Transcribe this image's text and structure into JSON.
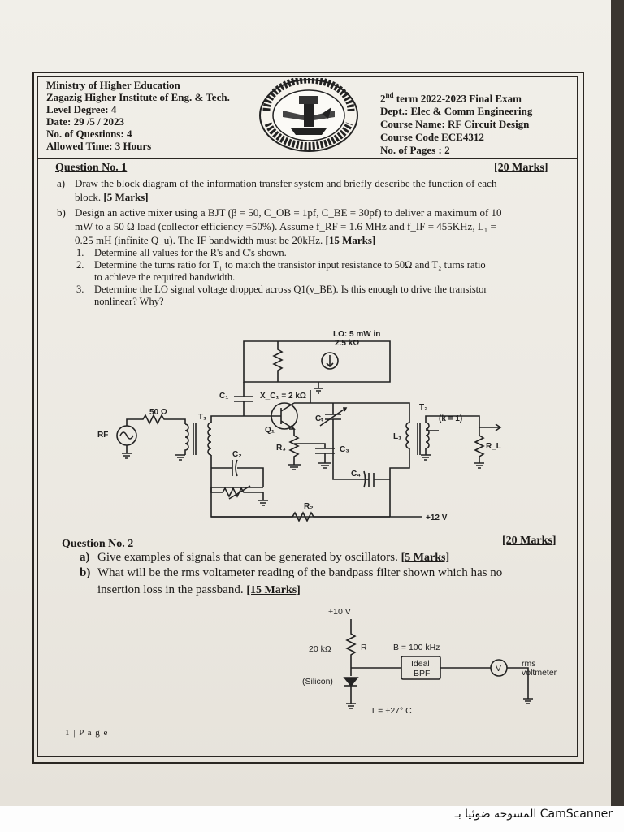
{
  "header": {
    "left": [
      "Ministry of Higher Education",
      "Zagazig Higher Institute of Eng. & Tech.",
      "Level Degree: 4",
      "Date: 29 /5 / 2023",
      "No. of Questions: 4",
      "Allowed Time: 3 Hours"
    ],
    "term_sup": "nd",
    "term_rest": " term 2022-2023 Final Exam",
    "term_num": "2",
    "right": [
      "Dept.: Elec & Comm Engineering",
      "Course Name: RF Circuit Design",
      "Course Code  ECE4312",
      "No. of Pages  : 2"
    ]
  },
  "q1": {
    "title": "Question No. 1",
    "marks": "[20 Marks]",
    "a_label": "a)",
    "a_line1": "Draw the block diagram of the information transfer system and briefly describe the function of each",
    "a_line2": "block.",
    "a_marks": "[5 Marks]",
    "b_label": "b)",
    "b_line1": "Design an active mixer using a BJT (β = 50, C_OB = 1pf, C_BE = 30pf) to deliver a maximum of 10",
    "b_line2": "mW to a 50 Ω load (collector efficiency =50%). Assume f_RF = 1.6 MHz and f_IF = 455KHz, L₁ =",
    "b_line3": "0.25 mH (infinite Q_u). The IF bandwidth must be 20kHz.",
    "b_marks": "[15 Marks]",
    "items": [
      {
        "num": "1.",
        "text": "Determine all values for the R's and C's shown."
      },
      {
        "num": "2.",
        "text": "Determine the turns ratio for T₁ to match the transistor input resistance to 50Ω and T₂ turns ratio"
      },
      {
        "num": "",
        "text": "to achieve the required bandwidth."
      },
      {
        "num": "3.",
        "text": "Determine the LO signal voltage dropped across Q1(v_BE). Is this enough to drive the transistor"
      },
      {
        "num": "",
        "text": "nonlinear? Why?"
      }
    ],
    "circuit": {
      "lo_label": "LO: 5 mW in",
      "lo_imp": "2.5 kΩ",
      "c1": "C₁",
      "xc1": "X_C₁ = 2 kΩ",
      "r_src": "50 Ω",
      "t1": "T₁",
      "t2": "T₂",
      "k": "(k = 1)",
      "q1": "Q₁",
      "ct": "Cₜ",
      "r3": "R₃",
      "c3": "C₃",
      "c2": "C₂",
      "c4": "C₄",
      "l1": "L₁",
      "rl": "R_L",
      "r2": "R₂",
      "rf": "RF",
      "vcc": "+12 V"
    }
  },
  "q2": {
    "title": "Question No. 2",
    "marks": "[20 Marks]",
    "a_label": "a)",
    "a_text": "Give examples of signals that can be generated by oscillators.",
    "a_marks": "[5 Marks]",
    "b_label": "b)",
    "b_line1": "What will be the rms voltameter reading of the bandpass filter shown which has no",
    "b_line2": "insertion loss in the passband.",
    "b_marks": "[15 Marks]",
    "circuit": {
      "vsup": "+10 V",
      "r_val": "20 kΩ",
      "r_name": "R",
      "bw": "B = 100 kHz",
      "bpf1": "Ideal",
      "bpf2": "BPF",
      "v": "V",
      "meter1": "rms",
      "meter2": "voltmeter",
      "diode": "(Silicon)",
      "temp": "T = +27° C"
    }
  },
  "footer": {
    "page": "1 | P a g e"
  },
  "scanner": {
    "label": "المسوحة ضوئيا بـ CamScanner"
  }
}
